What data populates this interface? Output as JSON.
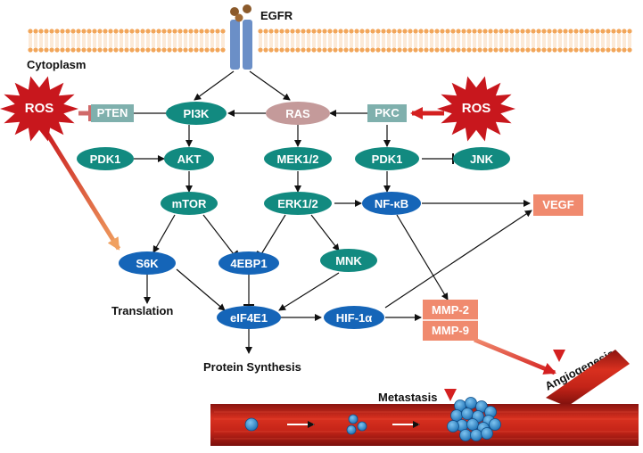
{
  "labels": {
    "egfr": "EGFR",
    "cytoplasm": "Cytoplasm",
    "translation": "Translation",
    "protein_synthesis": "Protein Synthesis",
    "metastasis": "Metastasis",
    "angiogenesis": "Angiogenesis"
  },
  "nodes": {
    "ros_left": "ROS",
    "ros_right": "ROS",
    "pten": "PTEN",
    "pi3k": "PI3K",
    "ras": "RAS",
    "pkc": "PKC",
    "pdk1_left": "PDK1",
    "akt": "AKT",
    "mek12": "MEK1/2",
    "pdk1_right": "PDK1",
    "jnk": "JNK",
    "mtor": "mTOR",
    "erk12": "ERK1/2",
    "nfkb": "NF-κB",
    "vegf": "VEGF",
    "s6k": "S6K",
    "ebp1": "4EBP1",
    "mnk": "MNK",
    "eif4e1": "eIF4E1",
    "hif1a": "HIF-1α",
    "mmp2": "MMP-2",
    "mmp9": "MMP-9"
  },
  "colors": {
    "teal": "#128a80",
    "blue": "#1565b8",
    "grey_teal": "#7fb0ad",
    "ras_pink": "#c49a9a",
    "salmon": "#f08a6e",
    "ros_red": "#c8171d",
    "membrane_orange": "#f2a65a",
    "vessel_red": "#b81a14"
  }
}
